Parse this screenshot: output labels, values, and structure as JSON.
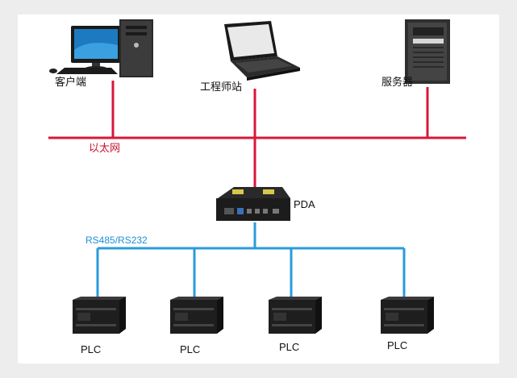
{
  "nodes": {
    "client": {
      "label": "客户端",
      "icon": "desktop-computer-icon"
    },
    "engineer": {
      "label": "工程师站",
      "icon": "laptop-icon"
    },
    "server": {
      "label": "服务器",
      "icon": "tower-server-icon"
    },
    "pda": {
      "label": "PDA",
      "icon": "gateway-device-icon"
    },
    "plcs": [
      {
        "label": "PLC",
        "icon": "plc-module-icon"
      },
      {
        "label": "PLC",
        "icon": "plc-module-icon"
      },
      {
        "label": "PLC",
        "icon": "plc-module-icon"
      },
      {
        "label": "PLC",
        "icon": "plc-module-icon"
      }
    ]
  },
  "networks": {
    "ethernet": {
      "label": "以太网",
      "color": "#d8173a"
    },
    "serial": {
      "label": "RS485/RS232",
      "color": "#2a9bdc"
    }
  }
}
